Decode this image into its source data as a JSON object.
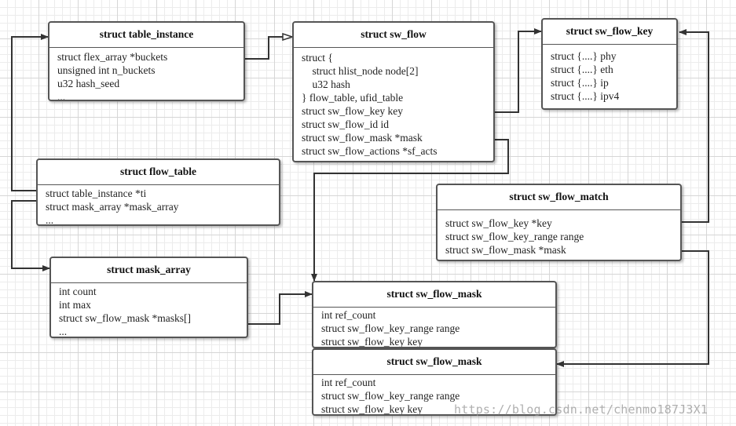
{
  "structs": {
    "table_instance": {
      "title": "struct table_instance",
      "fields": [
        "struct flex_array *buckets",
        "unsigned int n_buckets",
        "u32 hash_seed",
        "..."
      ]
    },
    "sw_flow": {
      "title": "struct sw_flow",
      "fields": [
        "struct {",
        "    struct hlist_node node[2]",
        "    u32 hash",
        "} flow_table, ufid_table",
        "struct sw_flow_key key",
        "struct sw_flow_id id",
        "struct sw_flow_mask *mask",
        "struct sw_flow_actions *sf_acts"
      ]
    },
    "sw_flow_key": {
      "title": "struct sw_flow_key",
      "fields": [
        "struct {....} phy",
        "struct {....} eth",
        "struct {....} ip",
        "struct {....} ipv4"
      ]
    },
    "flow_table": {
      "title": "struct flow_table",
      "fields": [
        "struct table_instance *ti",
        "struct mask_array *mask_array",
        "..."
      ]
    },
    "sw_flow_match": {
      "title": "struct sw_flow_match",
      "fields": [
        "struct sw_flow_key *key",
        "struct sw_flow_key_range range",
        "struct sw_flow_mask *mask"
      ]
    },
    "mask_array": {
      "title": "struct mask_array",
      "fields": [
        "int count",
        "int max",
        "struct sw_flow_mask *masks[]",
        "..."
      ]
    },
    "sw_flow_mask_1": {
      "title": "struct sw_flow_mask",
      "fields": [
        "int ref_count",
        "struct sw_flow_key_range range",
        "struct sw_flow_key key"
      ]
    },
    "sw_flow_mask_2": {
      "title": "struct sw_flow_mask",
      "fields": [
        "int ref_count",
        "struct sw_flow_key_range range",
        "struct sw_flow_key key"
      ]
    }
  },
  "watermark": "https://blog.csdn.net/chenmo187J3X1",
  "colors": {
    "border": "#555555",
    "connector": "#333333",
    "grid": "#d6d6d6"
  }
}
